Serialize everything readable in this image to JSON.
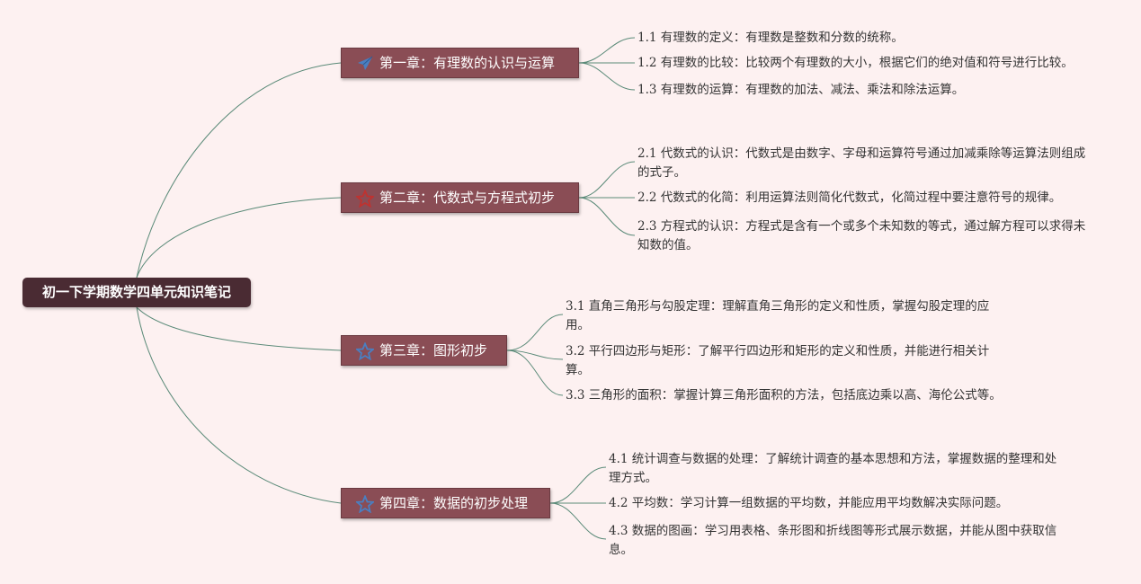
{
  "root": {
    "title": "初一下学期数学四单元知识笔记"
  },
  "chapters": [
    {
      "title": "第一章：有理数的认识与运算",
      "icon": "paper-plane-icon",
      "items": [
        "1.1 有理数的定义：有理数是整数和分数的统称。",
        "1.2 有理数的比较：比较两个有理数的大小，根据它们的绝对值和符号进行比较。",
        "1.3 有理数的运算：有理数的加法、减法、乘法和除法运算。"
      ]
    },
    {
      "title": "第二章：代数式与方程式初步",
      "icon": "red-star-icon",
      "items": [
        "2.1 代数式的认识：代数式是由数字、字母和运算符号通过加减乘除等运算法则组成的式子。",
        "2.2 代数式的化简：利用运算法则简化代数式，化简过程中要注意符号的规律。",
        "2.3 方程式的认识：方程式是含有一个或多个未知数的等式，通过解方程可以求得未知数的值。"
      ]
    },
    {
      "title": "第三章：图形初步",
      "icon": "blue-star-icon",
      "items": [
        "3.1 直角三角形与勾股定理：理解直角三角形的定义和性质，掌握勾股定理的应用。",
        "3.2 平行四边形与矩形：了解平行四边形和矩形的定义和性质，并能进行相关计算。",
        "3.3 三角形的面积：掌握计算三角形面积的方法，包括底边乘以高、海伦公式等。"
      ]
    },
    {
      "title": "第四章：数据的初步处理",
      "icon": "blue-star-icon",
      "items": [
        "4.1 统计调查与数据的处理：了解统计调查的基本思想和方法，掌握数据的整理和处理方式。",
        "4.2 平均数：学习计算一组数据的平均数，并能应用平均数解决实际问题。",
        "4.3 数据的图画：学习用表格、条形图和折线图等形式展示数据，并能从图中获取信息。"
      ]
    }
  ],
  "colors": {
    "background": "#fdf1f1",
    "root_fill": "#4a2b33",
    "chapter_fill": "#8a4d55",
    "connector": "#5a8a78",
    "icon_blue": "#4a7fc1",
    "icon_red": "#c0322f"
  }
}
